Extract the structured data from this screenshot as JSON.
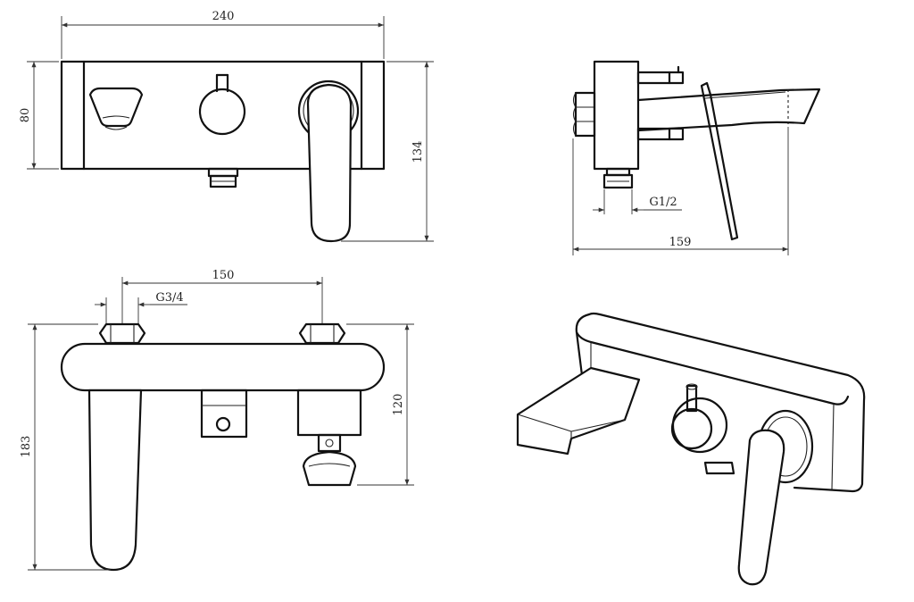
{
  "dimensions": {
    "front_width": "240",
    "front_height": "80",
    "overall_height": "134",
    "side_thread": "G1/2",
    "side_depth": "159",
    "inlet_spacing": "150",
    "inlet_thread": "G3/4",
    "top_height": "183",
    "top_inlet_height": "120"
  },
  "colors": {
    "line": "#111111",
    "background": "#ffffff"
  }
}
